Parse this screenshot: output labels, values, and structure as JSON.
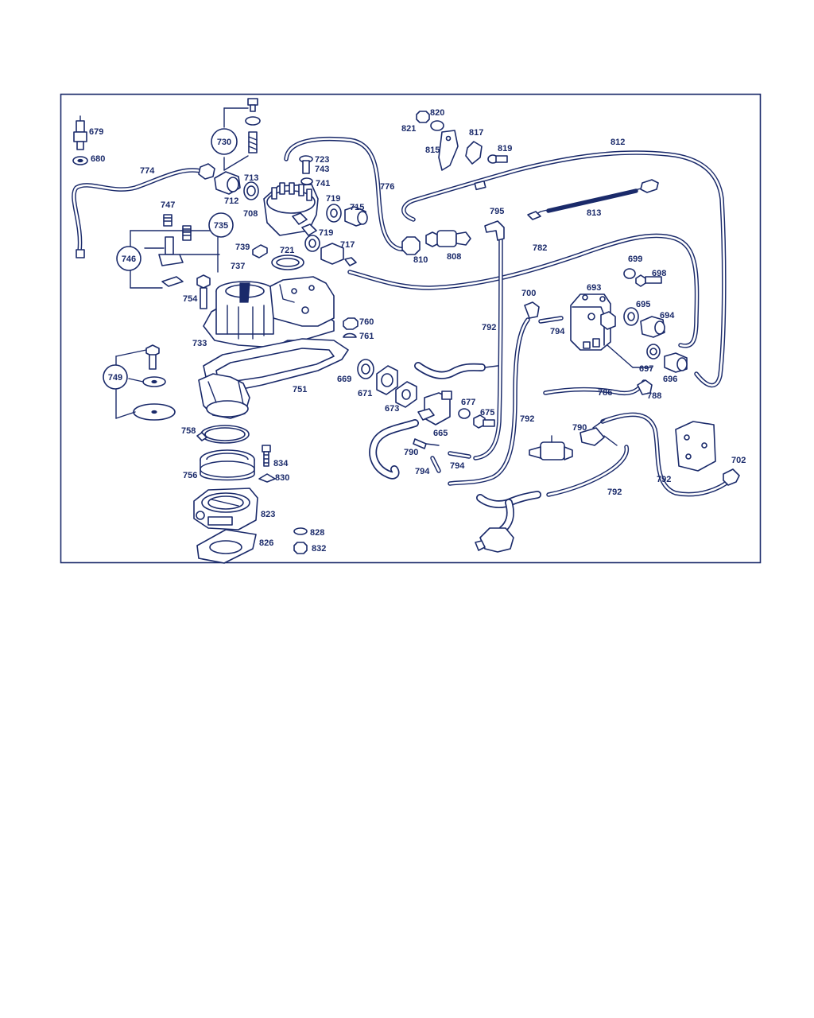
{
  "labels": {
    "p679": "679",
    "p680": "680",
    "p774": "774",
    "p730": "730",
    "p723": "723",
    "p743": "743",
    "p741": "741",
    "p713": "713",
    "p712": "712",
    "p708": "708",
    "p719a": "719",
    "p715": "715",
    "p719b": "719",
    "p717": "717",
    "p747": "747",
    "p735": "735",
    "p746": "746",
    "p739": "739",
    "p721": "721",
    "p737": "737",
    "p754": "754",
    "p733": "733",
    "p760": "760",
    "p761": "761",
    "p749": "749",
    "p751": "751",
    "p758": "758",
    "p756": "756",
    "p834": "834",
    "p830": "830",
    "p823": "823",
    "p828": "828",
    "p826": "826",
    "p832": "832",
    "p820": "820",
    "p821": "821",
    "p817": "817",
    "p815": "815",
    "p819": "819",
    "p776": "776",
    "p812": "812",
    "p813": "813",
    "p795": "795",
    "p810": "810",
    "p808": "808",
    "p782": "782",
    "p699": "699",
    "p698": "698",
    "p693": "693",
    "p700": "700",
    "p695": "695",
    "p694": "694",
    "p792a": "792",
    "p794a": "794",
    "p697": "697",
    "p696": "696",
    "p786": "786",
    "p788": "788",
    "p669": "669",
    "p671": "671",
    "p673": "673",
    "p677": "677",
    "p675": "675",
    "p665": "665",
    "p792b": "792",
    "p790a": "790",
    "p794b": "794",
    "p794c": "794",
    "p790b": "790",
    "p792c": "792",
    "p792d": "792",
    "p702": "702"
  }
}
